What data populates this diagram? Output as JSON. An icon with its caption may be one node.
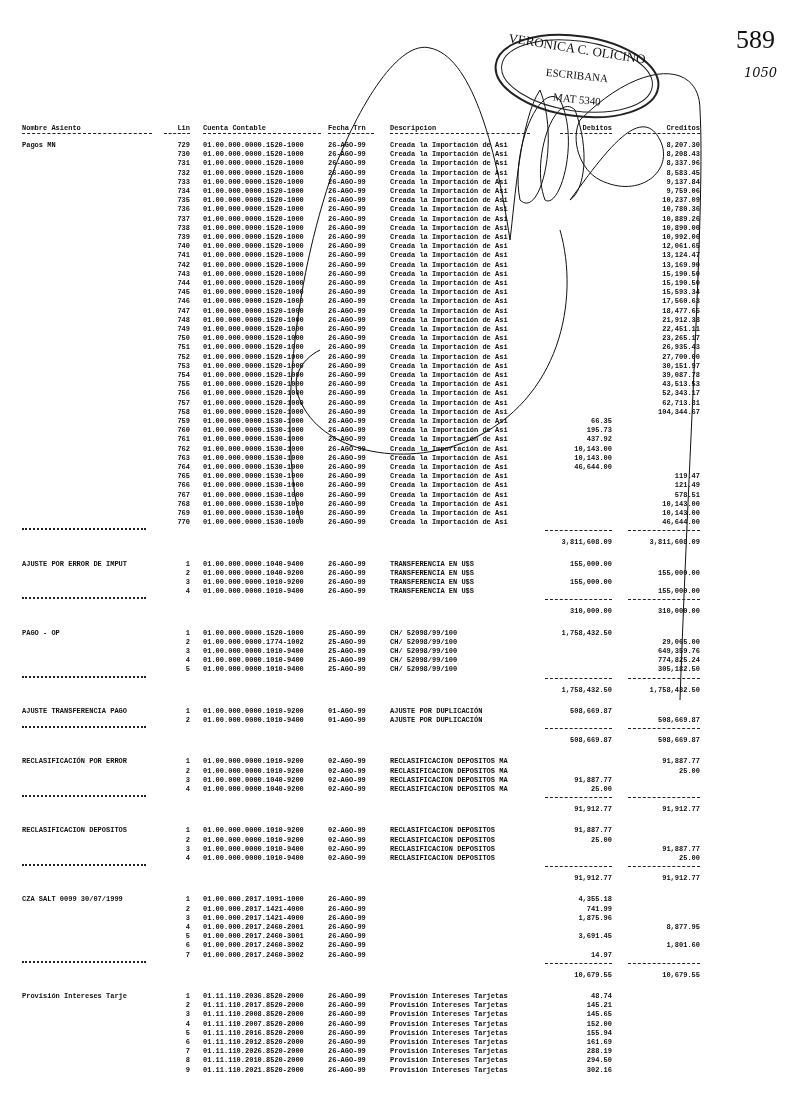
{
  "diagram": {
    "nodes": [
      {
        "text": [
          "VERONICA C. OLICINO",
          "ESCRIBANA",
          "MAT 5340"
        ]
      }
    ],
    "labels": [
      "589",
      "1050",
      "Nombre Asiento",
      "Lin",
      "Cuenta Contable",
      "Fecha Trn",
      "Descripcion",
      "Debitos",
      "Creditos",
      "Pagos MN",
      "729",
      "01.00.000.0000.1520-1000",
      "26-AGO-99",
      "Creada la Importación de Asi",
      "8,207.30",
      "730",
      "01.00.000.0000.1520-1000",
      "26-AGO-99",
      "Creada la Importación de Asi",
      "8,208.43",
      "731",
      "01.00.000.0000.1520-1000",
      "26-AGO-99",
      "Creada la Importación de Asi",
      "8,337.96",
      "732",
      "01.00.000.0000.1520-1000",
      "26-AGO-99",
      "Creada la Importación de Asi",
      "8,583.45",
      "733",
      "01.00.000.0000.1520-1000",
      "26-AGO-99",
      "Creada la Importación de Asi",
      "9,137.84",
      "734",
      "01.00.000.0000.1520-1000",
      "26-AGO-99",
      "Creada la Importación de Asi",
      "9,759.06",
      "735",
      "01.00.000.0000.1520-1000",
      "26-AGO-99",
      "Creada la Importación de Asi",
      "10,237.09",
      "736",
      "01.00.000.0000.1520-1000",
      "26-AGO-99",
      "Creada la Importación de Asi",
      "10,780.36",
      "737",
      "01.00.000.0000.1520-1000",
      "26-AGO-99",
      "Creada la Importación de Asi",
      "10,889.26",
      "738",
      "01.00.000.0000.1520-1000",
      "26-AGO-99",
      "Creada la Importación de Asi",
      "10,890.00",
      "739",
      "01.00.000.0000.1520-1000",
      "26-AGO-99",
      "Creada la Importación de Asi",
      "10,992.06",
      "740",
      "01.00.000.0000.1520-1000",
      "26-AGO-99",
      "Creada la Importación de Asi",
      "12,061.65",
      "741",
      "01.00.000.0000.1520-1000",
      "26-AGO-99",
      "Creada la Importación de Asi",
      "13,124.47",
      "742",
      "01.00.000.0000.1520-1000",
      "26-AGO-99",
      "Creada la Importación de Asi",
      "13,169.90",
      "743",
      "01.00.000.0000.1520-1000",
      "26-AGO-99",
      "Creada la Importación de Asi",
      "15,190.50",
      "744",
      "01.00.000.0000.1520-1000",
      "26-AGO-99",
      "Creada la Importación de Asi",
      "15,190.50",
      "745",
      "01.00.000.0000.1520-1000",
      "26-AGO-99",
      "Creada la Importación de Asi",
      "15,593.34",
      "746",
      "01.00.000.0000.1520-1000",
      "26-AGO-99",
      "Creada la Importación de Asi",
      "17,560.63",
      "747",
      "01.00.000.0000.1520-1000",
      "26-AGO-99",
      "Creada la Importación de Asi",
      "18,477.65",
      "748",
      "01.00.000.0000.1520-1000",
      "26-AGO-99",
      "Creada la Importación de Asi",
      "21,912.38",
      "749",
      "01.00.000.0000.1520-1000",
      "26-AGO-99",
      "Creada la Importación de Asi",
      "22,451.11",
      "750",
      "01.00.000.0000.1520-1000",
      "26-AGO-99",
      "Creada la Importación de Asi",
      "23,265.17",
      "751",
      "01.00.000.0000.1520-1000",
      "26-AGO-99",
      "Creada la Importación de Asi",
      "26,935.43",
      "752",
      "01.00.000.0000.1520-1000",
      "26-AGO-99",
      "Creada la Importación de Asi",
      "27,700.00",
      "753",
      "01.00.000.0000.1520-1000",
      "26-AGO-99",
      "Creada la Importación de Asi",
      "30,151.97",
      "754",
      "01.00.000.0000.1520-1000",
      "26-AGO-99",
      "Creada la Importación de Asi",
      "39,087.78",
      "755",
      "01.00.000.0000.1520-1000",
      "26-AGO-99",
      "Creada la Importación de Asi",
      "43,513.53",
      "756",
      "01.00.000.0000.1520-1000",
      "26-AGO-99",
      "Creada la Importación de Asi",
      "52,343.17",
      "757",
      "01.00.000.0000.1520-1000",
      "26-AGO-99",
      "Creada la Importación de Asi",
      "62,713.81",
      "758",
      "01.00.000.0000.1520-1000",
      "26-AGO-99",
      "Creada la Importación de Asi",
      "104,344.67",
      "759",
      "01.00.000.0000.1530-1000",
      "26-AGO-99",
      "Creada la Importación de Asi",
      "66.35",
      "760",
      "01.00.000.0000.1530-1000",
      "26-AGO-99",
      "Creada la Importación de Asi",
      "195.73",
      "761",
      "01.00.000.0000.1530-1000",
      "26-AGO-99",
      "Creada la Importación de Asi",
      "437.92",
      "762",
      "01.00.000.0000.1530-1000",
      "26-AGO-99",
      "Creada la Importación de Asi",
      "10,143.00",
      "763",
      "01.00.000.0000.1530-1000",
      "26-AGO-99",
      "Creada la Importación de Asi",
      "10,143.00",
      "764",
      "01.00.000.0000.1530-1000",
      "26-AGO-99",
      "Creada la Importación de Asi",
      "46,644.00",
      "765",
      "01.00.000.0000.1530-1000",
      "26-AGO-99",
      "Creada la Importación de Asi",
      "119.47",
      "766",
      "01.00.000.0000.1530-1000",
      "26-AGO-99",
      "Creada la Importación de Asi",
      "121.49",
      "767",
      "01.00.000.0000.1530-1000",
      "26-AGO-99",
      "Creada la Importación de Asi",
      "578.51",
      "768",
      "01.00.000.0000.1530-1000",
      "26-AGO-99",
      "Creada la Importación de Asi",
      "10,143.00",
      "769",
      "01.00.000.0000.1530-1000",
      "26-AGO-99",
      "Creada la Importación de Asi",
      "10,143.00",
      "770",
      "01.00.000.0000.1530-1000",
      "26-AGO-99",
      "Creada la Importación de Asi",
      "46,644.00",
      "3,811,608.09",
      "3,811,608.09",
      "AJUSTE POR ERROR DE IMPUT",
      "1",
      "01.00.000.0000.1040-9400",
      "26-AGO-99",
      "TRANSFERENCIA EN U$S",
      "155,000.00",
      "2",
      "01.00.000.0000.1040-9200",
      "26-AGO-99",
      "TRANSFERENCIA EN U$S",
      "155,000.00",
      "3",
      "01.00.000.0000.1010-9200",
      "26-AGO-99",
      "TRANSFERENCIA EN U$S",
      "155,000.00",
      "4",
      "01.00.000.0000.1010-9400",
      "26-AGO-99",
      "TRANSFERENCIA EN U$S",
      "155,000.00",
      "310,000.00",
      "310,000.00",
      "PAGO - OP",
      "1",
      "01.00.000.0000.1520-1000",
      "25-AGO-99",
      "CH/ 52098/99/100",
      "1,758,432.50",
      "2",
      "01.00.000.0000.1774-1002",
      "25-AGO-99",
      "CH/ 52098/99/100",
      "29,065.00",
      "3",
      "01.00.000.0000.1010-9400",
      "25-AGO-99",
      "CH/ 52098/99/100",
      "649,359.76",
      "4",
      "01.00.000.0000.1010-9400",
      "25-AGO-99",
      "CH/ 52098/99/100",
      "774,825.24",
      "5",
      "01.00.000.0000.1010-9400",
      "25-AGO-99",
      "CH/ 52098/99/100",
      "305,182.50",
      "1,758,432.50",
      "1,758,432.50",
      "AJUSTE TRANSFERENCIA PAGO",
      "1",
      "01.00.000.0000.1010-9200",
      "01-AGO-99",
      "AJUSTE POR DUPLICACIÓN",
      "508,669.87",
      "2",
      "01.00.000.0000.1010-9400",
      "01-AGO-99",
      "AJUSTE POR DUPLICACIÓN",
      "508,669.87",
      "508,669.87",
      "508,669.87",
      "RECLASIFICACIÓN POR ERROR",
      "1",
      "01.00.000.0000.1010-9200",
      "02-AGO-99",
      "RECLASIFICACION DEPOSITOS MA",
      "91,887.77",
      "2",
      "01.00.000.0000.1010-9200",
      "02-AGO-99",
      "RECLASIFICACION DEPOSITOS MA",
      "25.00",
      "3",
      "01.00.000.0000.1040-9200",
      "02-AGO-99",
      "RECLASIFICACION DEPOSITOS MA",
      "91,887.77",
      "4",
      "01.00.000.0000.1040-9200",
      "02-AGO-99",
      "RECLASIFICACION DEPOSITOS MA",
      "25.00",
      "91,912.77",
      "91,912.77",
      "RECLASIFICACION DEPOSITOS",
      "1",
      "01.00.000.0000.1010-9200",
      "02-AGO-99",
      "RECLASIFICACION DEPOSITOS",
      "91,887.77",
      "2",
      "01.00.000.0000.1010-9200",
      "02-AGO-99",
      "RECLASIFICACION DEPOSITOS",
      "25.00",
      "3",
      "01.00.000.0000.1010-9400",
      "02-AGO-99",
      "RECLASIFICACION DEPOSITOS",
      "91,887.77",
      "4",
      "01.00.000.0000.1010-9400",
      "02-AGO-99",
      "RECLASIFICACION DEPOSITOS",
      "25.00",
      "91,912.77",
      "91,912.77",
      "CZA SALT 0099 30/07/1999",
      "1",
      "01.00.000.2017.1091-1000",
      "26-AGO-99",
      "4,355.18",
      "2",
      "01.00.000.2017.1421-4000",
      "26-AGO-99",
      "741.99",
      "3",
      "01.00.000.2017.1421-4000",
      "26-AGO-99",
      "1,875.96",
      "4",
      "01.00.000.2017.2460-2001",
      "26-AGO-99",
      "8,877.95",
      "5",
      "01.00.000.2017.2460-3001",
      "26-AGO-99",
      "3,691.45",
      "6",
      "01.00.000.2017.2460-3002",
      "26-AGO-99",
      "1,801.60",
      "7",
      "01.00.000.2017.2460-3002",
      "26-AGO-99",
      "14.97",
      "10,679.55",
      "10,679.55",
      "Provisión Intereses Tarje",
      "1",
      "01.11.110.2036.8520-2000",
      "26-AGO-99",
      "Provisión Intereses Tarjetas",
      "48.74",
      "2",
      "01.11.110.2017.8520-2000",
      "26-AGO-99",
      "Provisión Intereses Tarjetas",
      "145.21",
      "3",
      "01.11.110.2008.8520-2000",
      "26-AGO-99",
      "Provisión Intereses Tarjetas",
      "145.65",
      "4",
      "01.11.110.2007.8520-2000",
      "26-AGO-99",
      "Provisión Intereses Tarjetas",
      "152.00",
      "5",
      "01.11.110.2016.8520-2000",
      "26-AGO-99",
      "Provisión Intereses Tarjetas",
      "155.94",
      "6",
      "01.11.110.2012.8520-2000",
      "26-AGO-99",
      "Provisión Intereses Tarjetas",
      "161.69",
      "7",
      "01.11.110.2026.8520-2000",
      "26-AGO-99",
      "Provisión Intereses Tarjetas",
      "288.19",
      "8",
      "01.11.110.2010.8520-2000",
      "26-AGO-99",
      "Provisión Intereses Tarjetas",
      "294.50",
      "9",
      "01.11.110.2021.8520-2000",
      "26-AGO-99",
      "Provisión Intereses Tarjetas",
      "302.16"
    ]
  }
}
